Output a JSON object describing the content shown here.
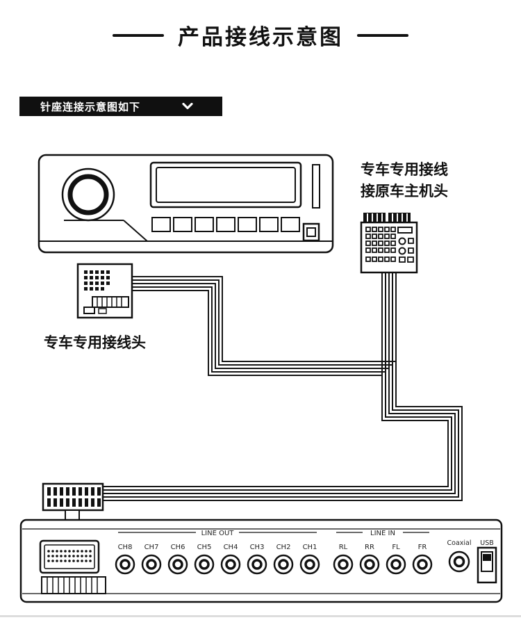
{
  "page": {
    "title": "产品接线示意图"
  },
  "section": {
    "label": "针座连接示意图如下",
    "chevron_icon": "chevron-down"
  },
  "diagram": {
    "oem_label_line1": "专车专用接线",
    "oem_label_line2": "接原车主机头",
    "harness_label": "专车专用接线头"
  },
  "amplifier": {
    "line_out": {
      "label": "LINE OUT",
      "channels": [
        "CH8",
        "CH7",
        "CH6",
        "CH5",
        "CH4",
        "CH3",
        "CH2",
        "CH1"
      ]
    },
    "line_in": {
      "label": "LINE IN",
      "channels": [
        "RL",
        "RR",
        "FL",
        "FR"
      ]
    },
    "coaxial_label": "Coaxial",
    "usb_label": "USB"
  },
  "colors": {
    "ink": "#111111",
    "background": "#ffffff"
  }
}
